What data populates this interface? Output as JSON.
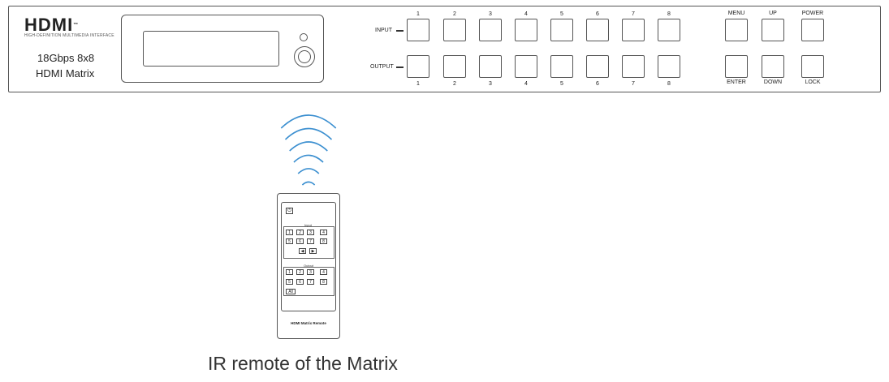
{
  "panel": {
    "logo_text": "HDMI",
    "logo_tm": "™",
    "logo_tagline": "HIGH-DEFINITION MULTIMEDIA INTERFACE",
    "model_line1": "18Gbps 8x8",
    "model_line2": "HDMI Matrix",
    "input_label": "INPUT",
    "output_label": "OUTPUT",
    "input_numbers": [
      "1",
      "2",
      "3",
      "4",
      "5",
      "6",
      "7",
      "8"
    ],
    "output_numbers": [
      "1",
      "2",
      "3",
      "4",
      "5",
      "6",
      "7",
      "8"
    ],
    "controls_top": [
      "MENU",
      "UP",
      "POWER"
    ],
    "controls_bottom": [
      "ENTER",
      "DOWN",
      "LOCK"
    ]
  },
  "remote": {
    "power_icon": "power-icon",
    "input_title": "Input",
    "input_row1": [
      "1",
      "2",
      "3",
      "4"
    ],
    "input_row2": [
      "5",
      "6",
      "7",
      "8"
    ],
    "nav": [
      "◀",
      "▶"
    ],
    "output_title": "Output",
    "output_row1": [
      "1",
      "2",
      "3",
      "4"
    ],
    "output_row2": [
      "5",
      "6",
      "7",
      "8"
    ],
    "all_label": "All",
    "name": "HDMI Matrix Remote"
  },
  "signal": {
    "wave_color": "#3b8fd0",
    "wave_count": 6
  },
  "caption": "IR remote of the Matrix"
}
